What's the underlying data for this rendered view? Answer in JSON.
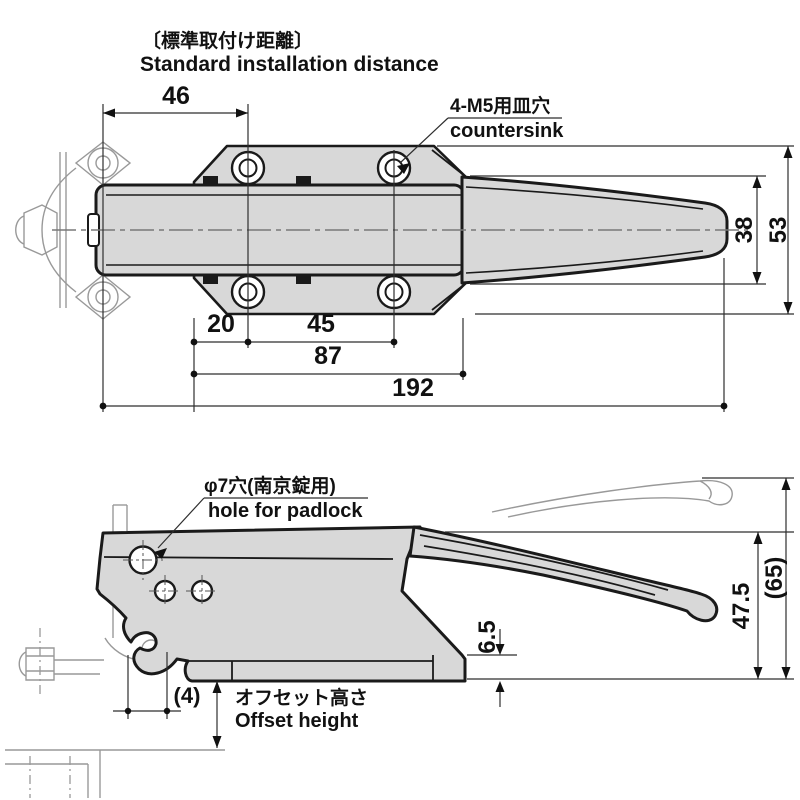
{
  "drawing": {
    "title_jp": "〔標準取付け距離〕",
    "title_en": "Standard installation distance",
    "countersink_jp": "4-M5用皿穴",
    "countersink_en": "countersink",
    "padlock_jp": "φ7穴(南京錠用)",
    "padlock_en": "hole for padlock",
    "offset_jp": "オフセット高さ",
    "offset_en": "Offset height"
  },
  "dims": {
    "installation_distance": "46",
    "hole_edge_offset": "20",
    "hole_pitch": "45",
    "plate_length": "87",
    "overall_length": "192",
    "handle_tip_width": "38",
    "body_width": "53",
    "closed_height": "47.5",
    "open_height": "(65)",
    "base_thickness": "6.5",
    "hook_offset": "(4)"
  },
  "colors": {
    "line": "#1a1a1a",
    "part_fill": "#d8d8d8",
    "phantom": "#999999",
    "background": "#ffffff"
  }
}
